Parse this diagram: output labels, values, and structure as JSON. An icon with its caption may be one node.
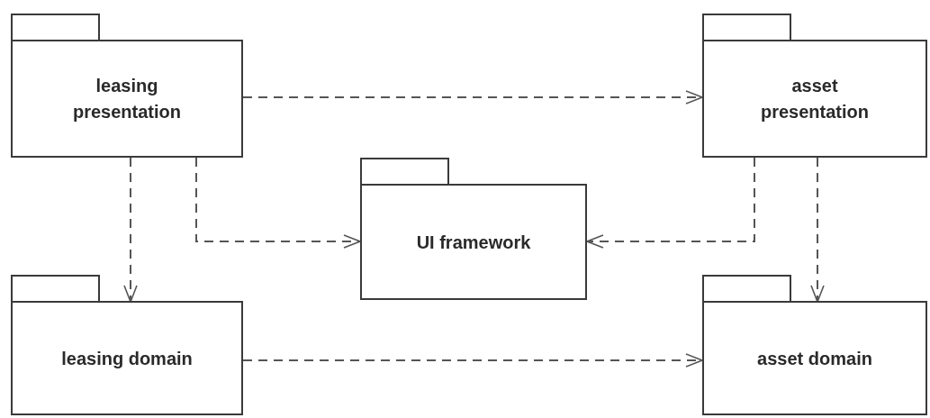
{
  "diagram": {
    "nodes": [
      {
        "text": [
          "leasing presentation"
        ]
      },
      {
        "text": [
          "asset presentation"
        ]
      },
      {
        "text": [
          "UI framework"
        ]
      },
      {
        "text": [
          "leasing domain"
        ]
      },
      {
        "text": [
          "asset domain"
        ]
      }
    ],
    "edges": [
      {
        "from": 0,
        "to": 1,
        "arrow": "to",
        "style": "dashed"
      },
      {
        "from": 0,
        "to": 3,
        "arrow": "to",
        "style": "dashed"
      },
      {
        "from": 0,
        "to": 2,
        "arrow": "to",
        "style": "dashed"
      },
      {
        "from": 1,
        "to": 2,
        "arrow": "to",
        "style": "dashed"
      },
      {
        "from": 1,
        "to": 4,
        "arrow": "to",
        "style": "dashed"
      },
      {
        "from": 3,
        "to": 4,
        "arrow": "to",
        "style": "dashed"
      }
    ]
  }
}
